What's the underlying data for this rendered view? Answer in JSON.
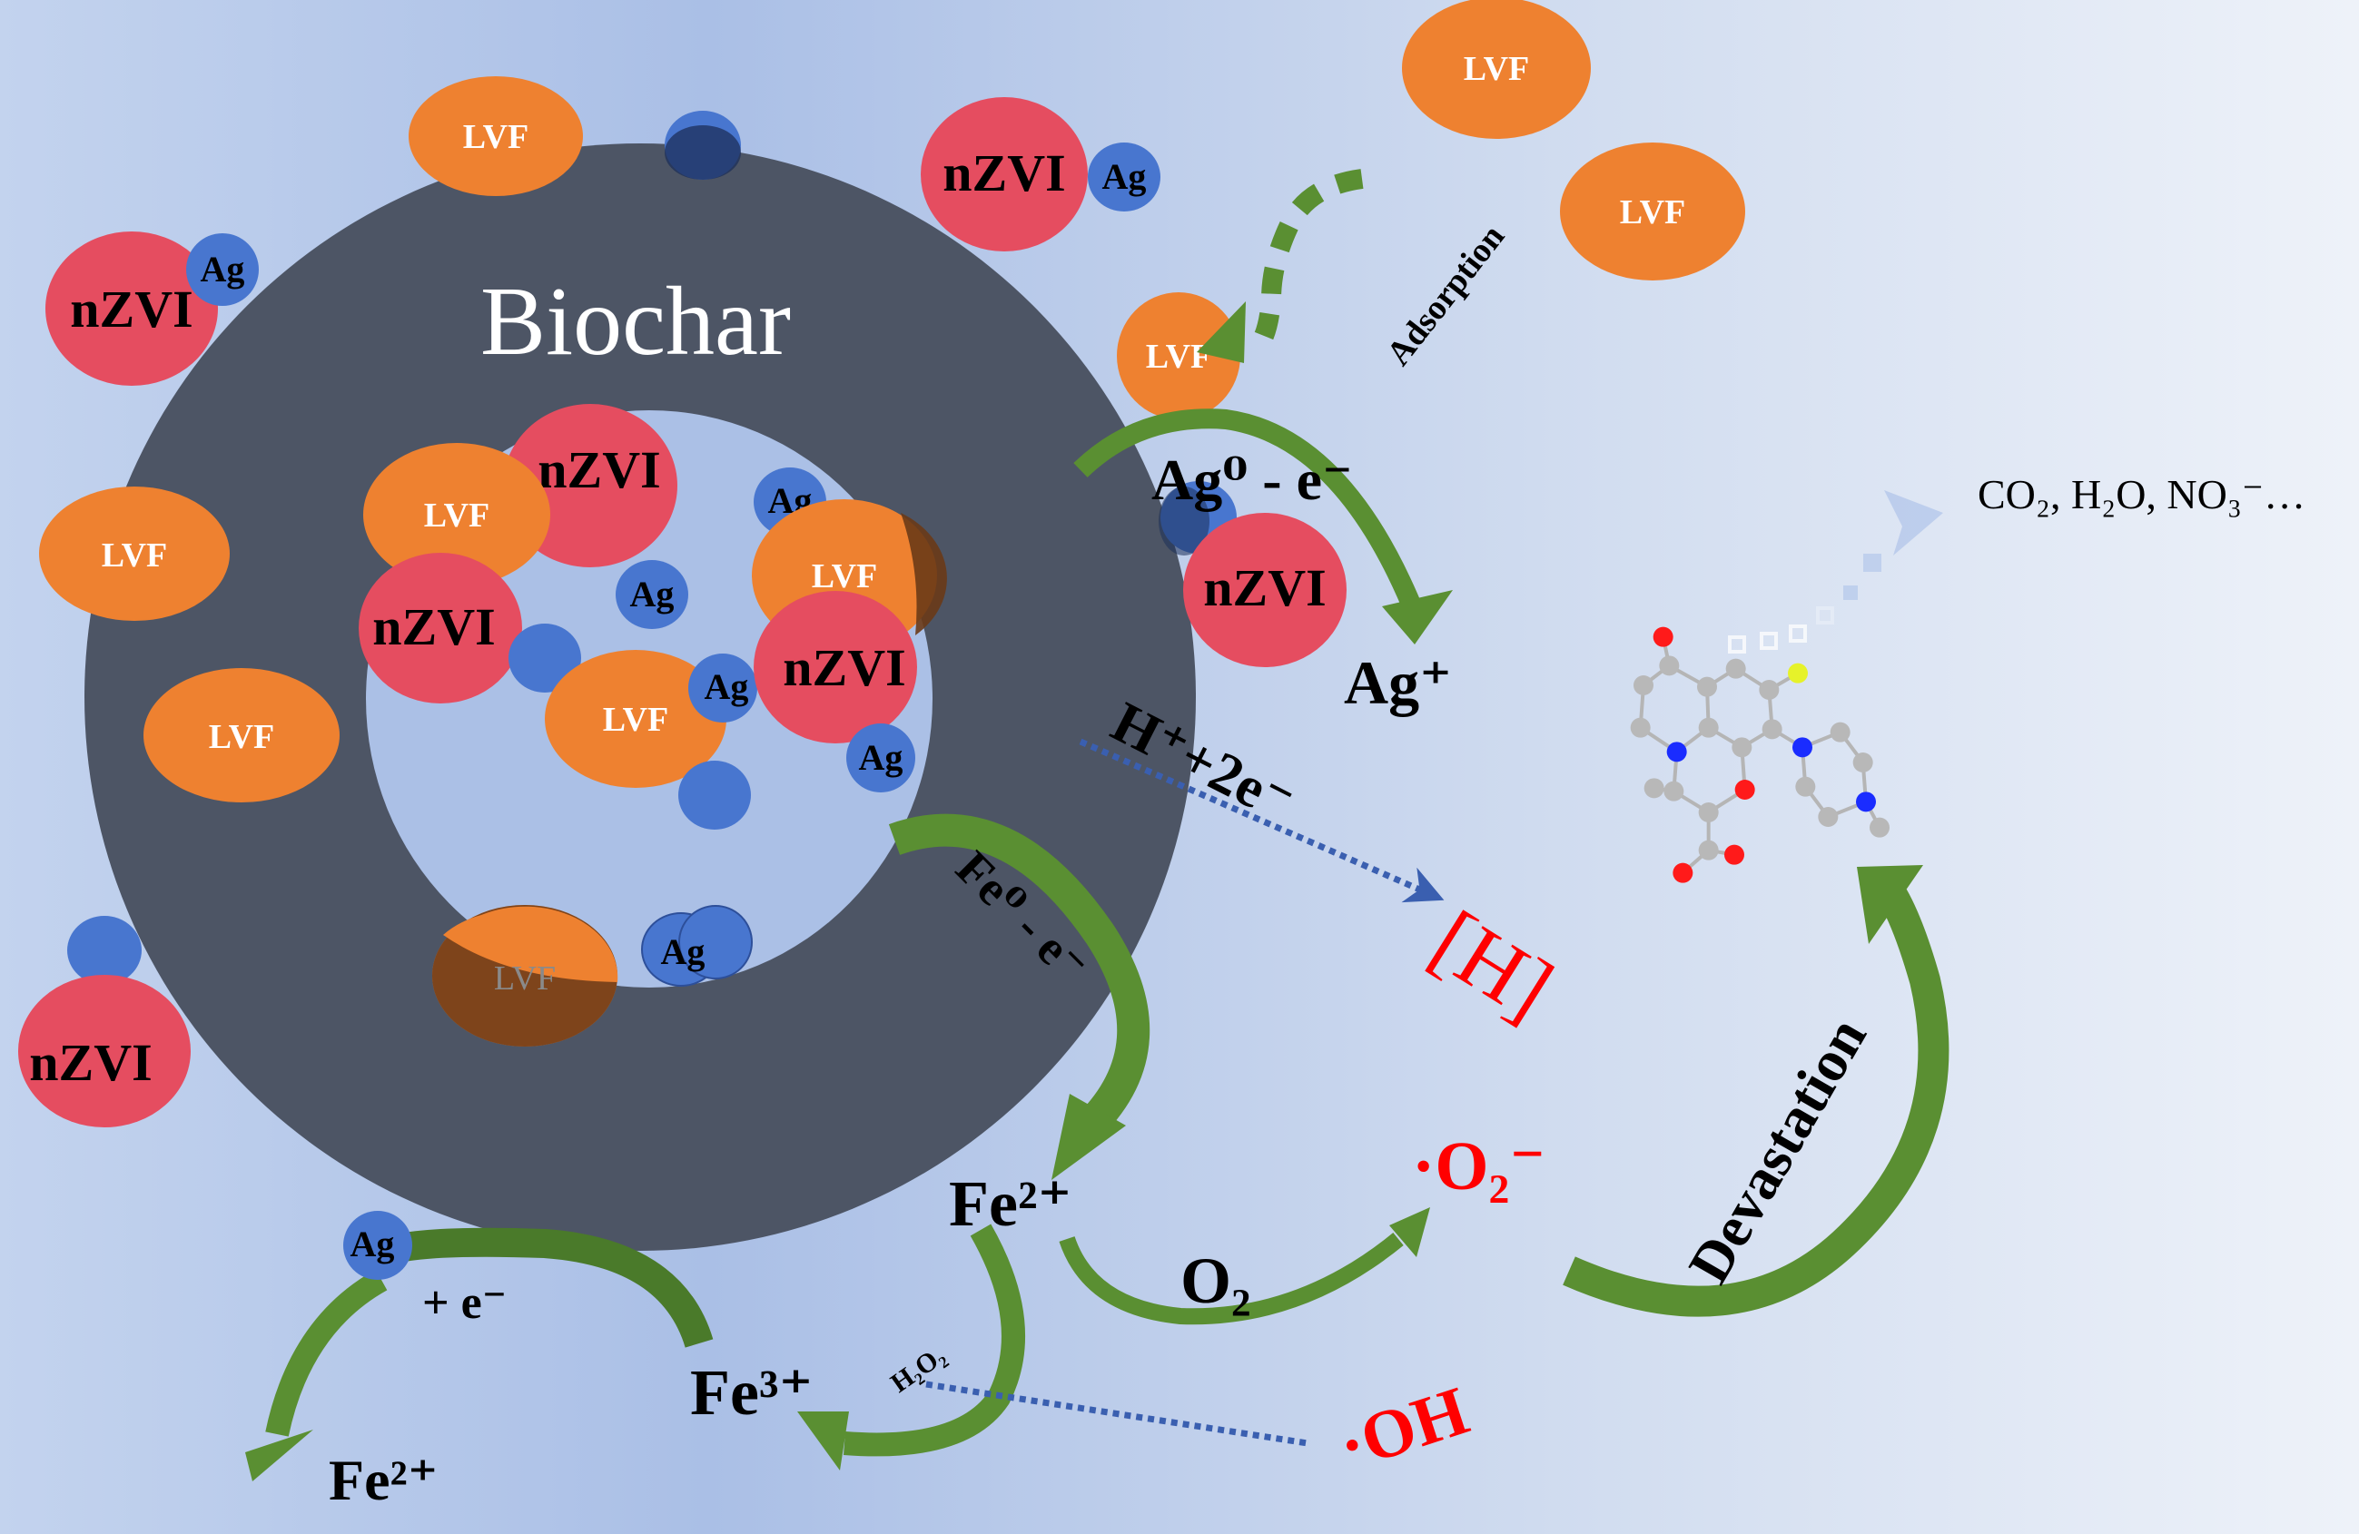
{
  "diagram": {
    "title": "Biochar-supported Ag/nZVI degradation mechanism of LVF",
    "core_label": "Biochar",
    "particle_labels": {
      "lvf": "LVF",
      "nzvi": "nZVI",
      "ag": "Ag"
    },
    "colors": {
      "background_left": "#c3d3ee",
      "background_mid": "#aabfe6",
      "background_right": "#eef2f9",
      "biochar": "#4d5565",
      "biochar_pore": "#abc0e6",
      "lvf": "#ee8130",
      "lvf_shaded": "#6a3a17",
      "nzvi": "#e54d60",
      "ag": "#4876cf",
      "arrow_green": "#5a8f32",
      "arrow_green_dark": "#4a7a2a",
      "dotted_blue": "#3a5fb0",
      "radical_red": "#ff0000",
      "text_black": "#000000"
    },
    "labels": {
      "adsorption": "Adsorption",
      "ag0_oxidation": "Ag⁰ - e⁻",
      "ag_plus": "Ag⁺",
      "h_reduction": "H⁺+2e⁻",
      "atomic_h": "[H]",
      "fe0_oxidation": "Fe⁰ - e⁻",
      "fe2_top": "Fe²⁺",
      "o2": "O₂",
      "superoxide": "·O₂⁻",
      "h2o2": "H₂O₂",
      "fe3": "Fe³⁺",
      "hydroxyl": "·OH",
      "ag_gain": "+ e⁻",
      "fe2_bottom": "Fe²⁺",
      "devastation": "Devastation",
      "products": "CO₂, H₂O, NO₃⁻…"
    },
    "molecule": {
      "name": "levofloxacin",
      "atom_colors": {
        "carbon": "#b8b8b8",
        "oxygen": "#ff1a1a",
        "nitrogen": "#1a2cff",
        "fluorine": "#e6f22a"
      }
    }
  }
}
